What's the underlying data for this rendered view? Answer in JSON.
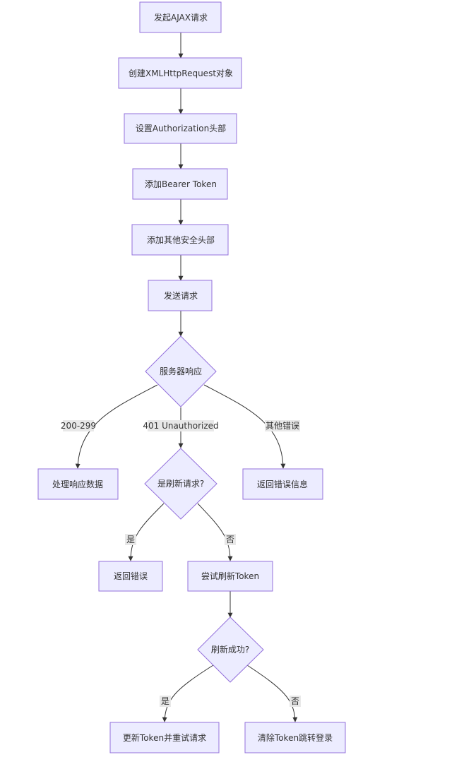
{
  "nodes": {
    "start": "发起AJAX请求",
    "create_xhr": "创建XMLHttpRequest对象",
    "set_auth": "设置Authorization头部",
    "add_bearer": "添加Bearer Token",
    "add_security": "添加其他安全头部",
    "send": "发送请求",
    "server_response": "服务器响应",
    "process_data": "处理响应数据",
    "refresh_request": "是刷新请求?",
    "return_error_info": "返回错误信息",
    "return_error": "返回错误",
    "try_refresh": "尝试刷新Token",
    "refresh_success": "刷新成功?",
    "update_retry": "更新Token并重试请求",
    "clear_login": "清除Token跳转登录"
  },
  "edges": {
    "ok_2xx": "200-299",
    "unauthorized": "401 Unauthorized",
    "other_error": "其他错误",
    "refresh_yes": "是",
    "refresh_no": "否",
    "success_yes": "是",
    "success_no": "否"
  }
}
